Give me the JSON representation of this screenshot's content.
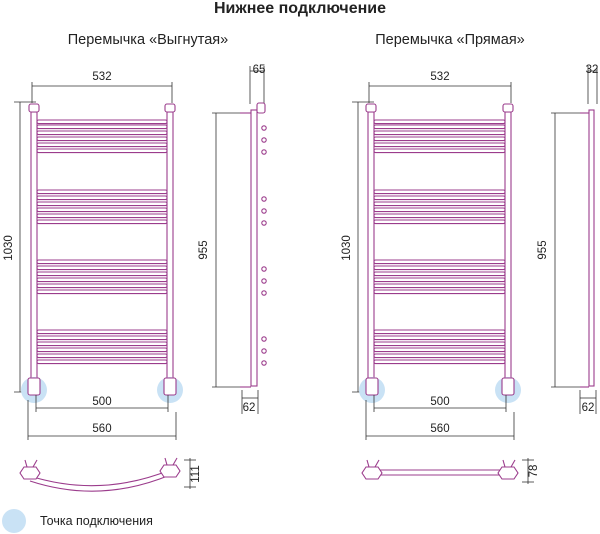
{
  "title": "Нижнее подключение",
  "left": {
    "subtitle": "Перемычка «Выгнутая»",
    "dim_width_top": "532",
    "dim_height": "1030",
    "dim_inner": "500",
    "dim_outer": "560",
    "dim_side_top": "65",
    "dim_side_height": "955",
    "dim_side_bottom": "62",
    "dim_plan": "111"
  },
  "right": {
    "subtitle": "Перемычка «Прямая»",
    "dim_width_top": "532",
    "dim_height": "1030",
    "dim_inner": "500",
    "dim_outer": "560",
    "dim_side_top": "32",
    "dim_side_height": "955",
    "dim_side_bottom": "62",
    "dim_plan": "78"
  },
  "legend": {
    "label": "Точка подключения"
  },
  "colors": {
    "pipe": "#9b3c8c",
    "connection": "#c9e2f5",
    "lines": "#333333"
  }
}
